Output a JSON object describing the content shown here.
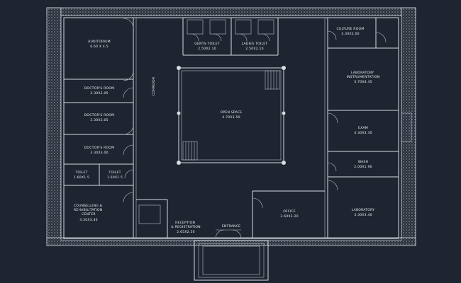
{
  "drawing": {
    "background": "#1e2430",
    "line_color": "#d6dae2",
    "rooms": {
      "auditorium": {
        "name": "AUDITORIUM",
        "size": "6.60 X 4.5"
      },
      "doctor_room_1": {
        "name": "DOCTOR'S ROOM",
        "size": "3.30X3.05"
      },
      "doctor_room_2": {
        "name": "DOCTOR'S ROOM",
        "size": "3.30X3.05"
      },
      "doctor_room_3": {
        "name": "DOCTOR'S ROOM",
        "size": "3.30X3.00"
      },
      "toilet_left_1": {
        "name": "TOILET",
        "size": "1.60X1.5"
      },
      "toilet_left_2": {
        "name": "TOILET",
        "size": "1.60X1.5"
      },
      "counselling": {
        "name": "COUNSELLING & REHABILITATION CENTER",
        "size": "3.30X3.40"
      },
      "gents_toilet": {
        "name": "GENTS TOILET",
        "size": "2.50X2.10"
      },
      "ladies_toilet": {
        "name": "LADIES TOILET",
        "size": "2.50X2.10"
      },
      "open_space": {
        "name": "OPEN SPACE",
        "size": "4.70X3.50"
      },
      "corridor": {
        "name": "CORRIDOR",
        "size": ""
      },
      "culture_room": {
        "name": "CULTURE ROOM",
        "size": "3.30X2.00"
      },
      "laboratory_1": {
        "name": "LABORATORY INSTRUMENTATION",
        "size": "3.70X4.45"
      },
      "exam": {
        "name": "EXAM",
        "size": "4.30X3.30"
      },
      "wash": {
        "name": "WASH",
        "size": "2.00X1.90"
      },
      "laboratory_2": {
        "name": "LABORATORY",
        "size": "3.30X3.40"
      },
      "reception": {
        "name": "RECEPTION & REGISTRATION",
        "size": "2.65X2.50"
      },
      "entrance": {
        "name": "ENTRANCE",
        "size": ""
      },
      "office": {
        "name": "OFFICE",
        "size": "3.60X2.20"
      }
    }
  }
}
